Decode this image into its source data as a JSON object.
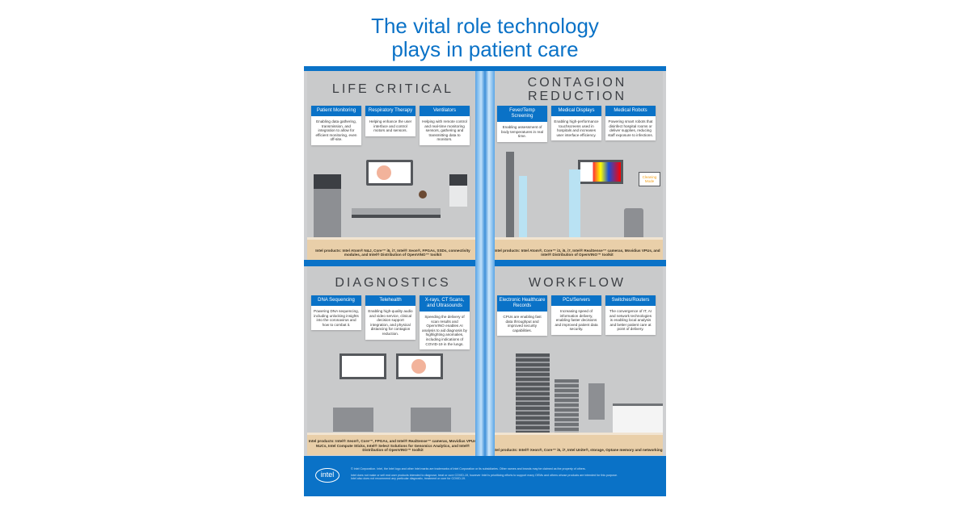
{
  "title": {
    "line1": "The vital role technology",
    "line2": "plays in patient care"
  },
  "colors": {
    "brand_blue": "#0a72c7",
    "floor": "#e9cfa9",
    "wall": "#c9cacb"
  },
  "sections": [
    {
      "title": "LIFE CRITICAL",
      "cards": [
        {
          "heading": "Patient Monitoring",
          "text": "Enabling data gathering, transmission, and integration to allow for efficient monitoring, even off-site."
        },
        {
          "heading": "Respiratory Therapy",
          "text": "Helping enhance the user interface and control motors and sensors."
        },
        {
          "heading": "Ventilators",
          "text": "Helping with remote control and real-time monitoring sensors, gathering and transmitting data to monitors."
        }
      ],
      "products": "Intel products: Intel Atom® N&J, Core™ i5, i7, Intel® Xeon®, FPGAs, SSDs, connectivity modules, and Intel® Distribution of OpenVINO™ toolkit"
    },
    {
      "title_line1": "CONTAGION",
      "title_line2": "REDUCTION",
      "cards": [
        {
          "heading": "Fever/Temp Screening",
          "text": "Enabling assessment of body temperatures in real time."
        },
        {
          "heading": "Medical Displays",
          "text": "Enabling high-performance touchscreens used in hospitals and increases user interface efficiency."
        },
        {
          "heading": "Medical Robots",
          "text": "Powering smart robots that disinfect hospital rooms or deliver supplies, reducing staff exposure to infections."
        }
      ],
      "sign": "Cleaning Mode",
      "products": "Intel products: Intel Atom®, Core™ i3, i5, i7, Intel® RealSense™ cameras, Movidius VPUs, and Intel® Distribution of OpenVINO™ toolkit"
    },
    {
      "title": "DIAGNOSTICS",
      "cards": [
        {
          "heading": "DNA Sequencing",
          "text": "Powering DNA sequencing, including unlocking insights into the coronavirus and how to combat it."
        },
        {
          "heading": "Telehealth",
          "text": "Enabling high-quality audio and video service, clinical decision support integration, and physical distancing for contagion reduction."
        },
        {
          "heading": "X-rays, CT Scans, and Ultrasounds",
          "text": "Speeding the delivery of scan results and OpenVINO enables AI analysis to aid diagnosis by highlighting anomalies, including indications of COVID-19 in the lungs."
        }
      ],
      "products": "Intel products: Intel® Xeon®, Core™, FPGAs, and Intel® RealSense™ cameras, Movidius VPUs, NUCs, Intel Compute Sticks, Intel® Select Solutions for Genomics Analytics, and Intel® Distribution of OpenVINO™ toolkit"
    },
    {
      "title": "WORKFLOW",
      "cards": [
        {
          "heading": "Electronic Healthcare Records",
          "text": "CPUs are enabling fast data throughput and improved security capabilities."
        },
        {
          "heading": "PCs/Servers",
          "text": "Increasing speed of information delivery, enabling faster decisions and improved patient data security."
        },
        {
          "heading": "Switches/Routers",
          "text": "The convergence of IT, AI and network technologies is enabling local analysis and better patient care at point of delivery."
        }
      ],
      "products": "Intel products: Intel® Xeon®, Core™ i5, i7, Intel Unite®, storage, Optane memory and networking"
    }
  ],
  "footer": {
    "logo": "intel",
    "line1": "© Intel Corporation. Intel, the Intel logo and other Intel marks are trademarks of Intel Corporation or its subsidiaries. Other names and brands may be claimed as the property of others.",
    "line2": "Intel does not make or sell end user products intended to diagnose, treat or cure COVID-19, however Intel is prioritizing efforts to support many OEMs and others whose products are intended for this purpose.",
    "line3": "Intel also does not recommend any particular diagnostic, treatment or cure for COVID-19."
  }
}
